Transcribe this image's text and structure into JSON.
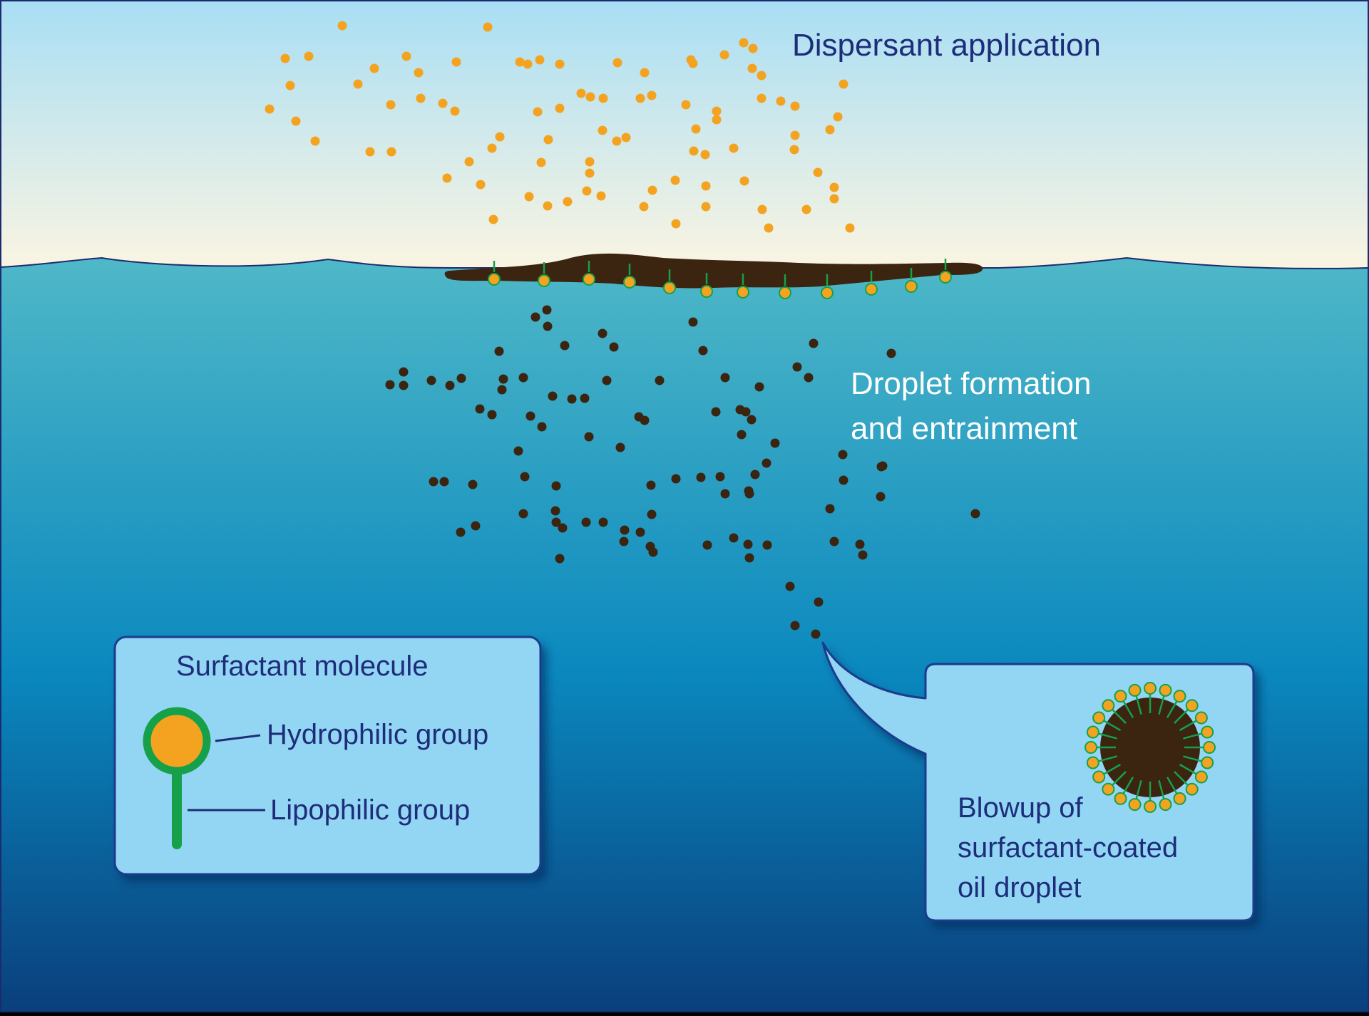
{
  "labels": {
    "dispersant_application": "Dispersant application",
    "droplet_formation_line1": "Droplet formation",
    "droplet_formation_line2": "and entrainment",
    "surfactant_molecule": "Surfactant molecule",
    "hydrophilic_group": "Hydrophilic group",
    "lipophilic_group": "Lipophilic group",
    "blowup_line1": "Blowup of",
    "blowup_line2": "surfactant-coated",
    "blowup_line3": "oil droplet"
  },
  "colors": {
    "sky_top": "#a8def4",
    "sky_bottom": "#fbf5e2",
    "water_top": "#4fb8c8",
    "water_mid": "#0a88be",
    "water_bottom": "#0a3f7c",
    "frame": "#1c2b6e",
    "dispersant": "#f4a321",
    "oil": "#3b2410",
    "surfactant_tail": "#16a04a",
    "box_fill": "#93d6f4",
    "box_stroke": "#1c3a8c",
    "label_dark": "#1e2d7a",
    "label_light": "#ffffff"
  },
  "icons": {
    "surfactant": "surfactant-molecule-icon",
    "droplet": "coated-oil-droplet-icon"
  }
}
